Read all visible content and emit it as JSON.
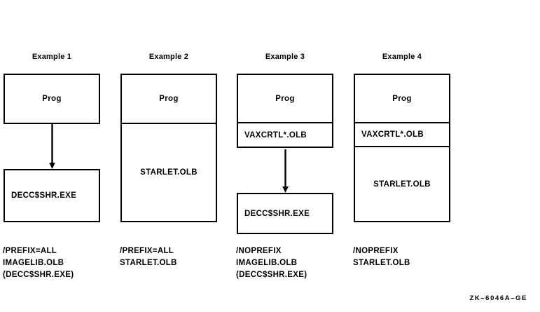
{
  "figure": {
    "id_label": "ZK–6046A–GE",
    "columns": [
      {
        "title": "Example 1",
        "blocks": [
          {
            "label": "Prog",
            "align": "center",
            "height": 68
          }
        ],
        "arrow": true,
        "target_block": {
          "label": "DECC$SHR.EXE",
          "align": "left",
          "height": 72
        },
        "caption": [
          "/PREFIX=ALL",
          "IMAGELIB.OLB",
          "(DECC$SHR.EXE)"
        ]
      },
      {
        "title": "Example 2",
        "blocks": [
          {
            "label": "Prog",
            "align": "center",
            "height": 68
          },
          {
            "label": "STARLET.OLB",
            "align": "center",
            "height": 140
          }
        ],
        "arrow": false,
        "target_block": null,
        "caption": [
          "/PREFIX=ALL",
          "STARLET.OLB"
        ]
      },
      {
        "title": "Example 3",
        "blocks": [
          {
            "label": "Prog",
            "align": "center",
            "height": 67
          },
          {
            "label": "VAXCRTL*.OLB",
            "align": "left",
            "height": 35
          }
        ],
        "arrow": true,
        "target_block": {
          "label": "DECC$SHR.EXE",
          "align": "left",
          "height": 55
        },
        "caption": [
          "/NOPREFIX",
          "IMAGELIB.OLB",
          "(DECC$SHR.EXE)"
        ]
      },
      {
        "title": "Example 4",
        "blocks": [
          {
            "label": "Prog",
            "align": "center",
            "height": 67
          },
          {
            "label": "VAXCRTL*.OLB",
            "align": "left",
            "height": 34
          },
          {
            "label": "STARLET.OLB",
            "align": "center",
            "height": 107
          }
        ],
        "arrow": false,
        "target_block": null,
        "caption": [
          "/NOPREFIX",
          "STARLET.OLB"
        ]
      }
    ],
    "colors": {
      "line": "#000000",
      "background": "#ffffff",
      "text": "#000000"
    }
  }
}
